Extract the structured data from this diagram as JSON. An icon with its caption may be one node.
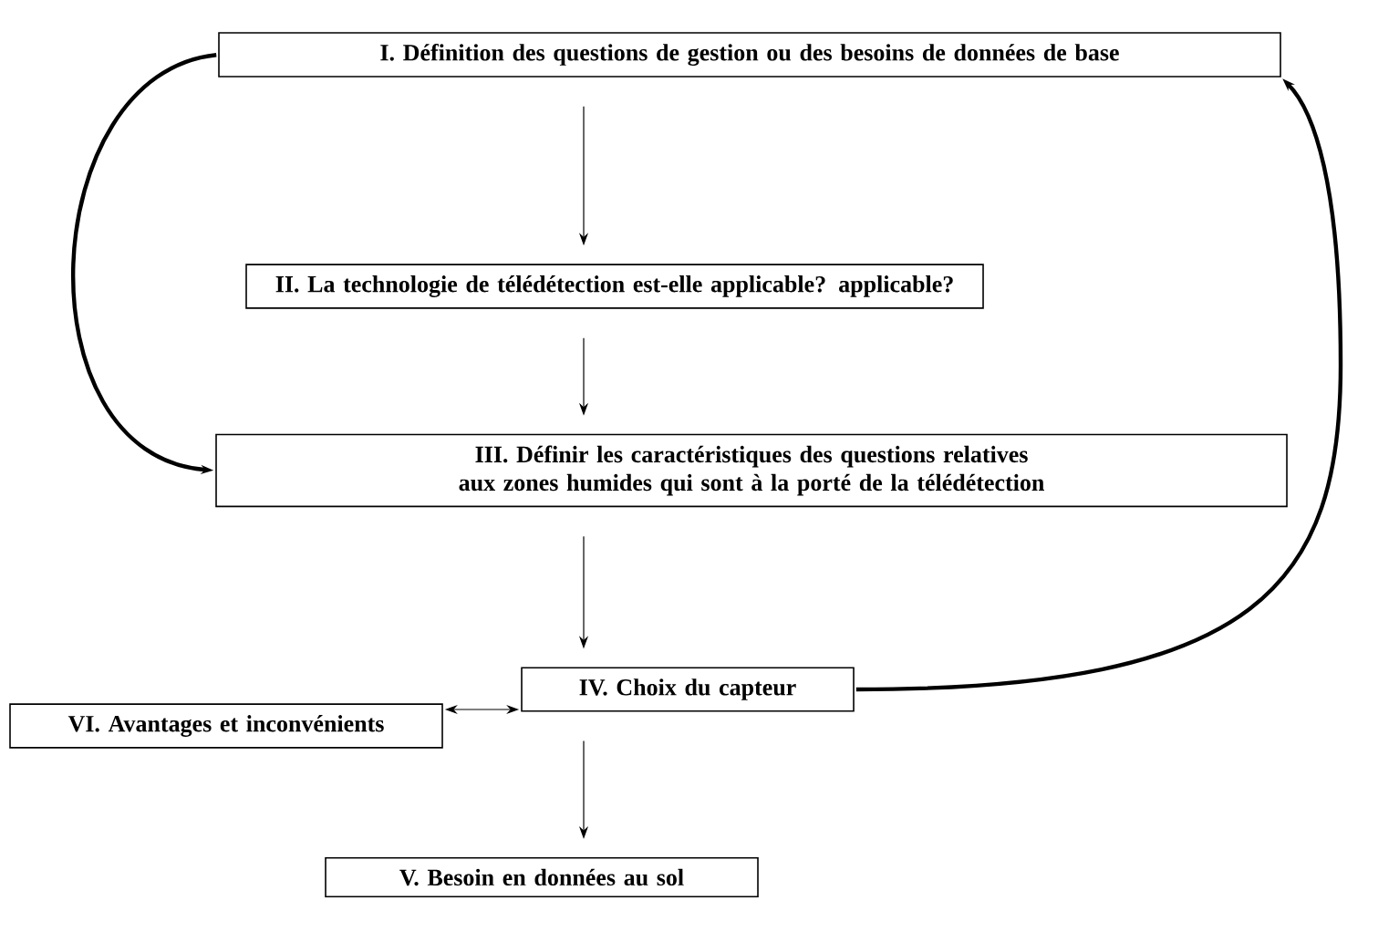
{
  "diagram": {
    "nodes": [
      {
        "text": [
          "I. Définition des questions de gestion ou des besoins de données de base"
        ]
      },
      {
        "text": [
          "II. La technologie de télédétection est-elle applicable? applicable?"
        ]
      },
      {
        "text": [
          "III. Définir les caractéristiques des questions relatives aux zones humides qui sont à la porté de la télédétection"
        ]
      },
      {
        "text": [
          "IV. Choix du capteur"
        ]
      },
      {
        "text": [
          "VI. Avantages et inconvénients"
        ]
      },
      {
        "text": [
          "V. Besoin en données au sol"
        ]
      }
    ],
    "edges": [
      {
        "from": 0,
        "to": 1,
        "arrow": "to"
      },
      {
        "from": 1,
        "to": 2,
        "arrow": "to"
      },
      {
        "from": 2,
        "to": 3,
        "arrow": "to"
      },
      {
        "from": 3,
        "to": 5,
        "arrow": "to"
      },
      {
        "from": 4,
        "to": 3,
        "arrow": "both"
      },
      {
        "from": 0,
        "to": 2,
        "arrow": "to",
        "style": "thick"
      },
      {
        "from": 3,
        "to": 0,
        "arrow": "to",
        "style": "thick"
      }
    ]
  }
}
